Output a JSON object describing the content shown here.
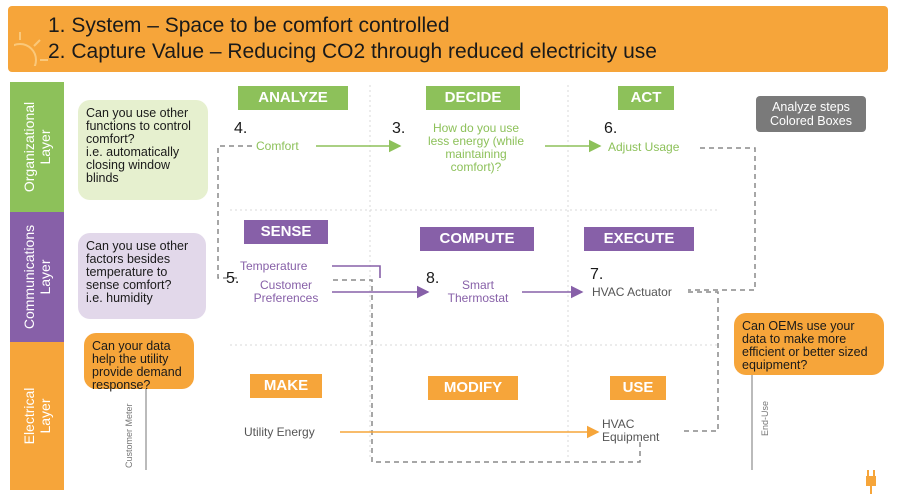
{
  "header": {
    "line1": "1.  System – Space to be comfort controlled",
    "line2": "2.  Capture Value – Reducing CO2 through reduced electricity use"
  },
  "layers": {
    "organizational": "Organizational\nLayer",
    "communications": "Communications\nLayer",
    "electrical": "Electrical\nLayer"
  },
  "questions": {
    "q1": "Can you use other functions to control comfort?\ni.e. automatically closing window blinds",
    "q2": "Can you use other factors besides temperature to sense comfort?\ni.e. humidity",
    "q3": "Can your data help the utility provide demand response?",
    "q4": "Can OEMs use your data to make more efficient or better sized equipment?"
  },
  "legend": "Analyze steps\nColored Boxes",
  "stages": {
    "analyze": "ANALYZE",
    "decide": "DECIDE",
    "act": "ACT",
    "sense": "SENSE",
    "compute": "COMPUTE",
    "execute": "EXECUTE",
    "make": "MAKE",
    "modify": "MODIFY",
    "use": "USE"
  },
  "steps": {
    "n4": "4.",
    "comfort": "Comfort",
    "n3": "3.",
    "decide_text": "How do you use\nless energy (while\nmaintaining\ncomfort)?",
    "n6": "6.",
    "adjust": "Adjust Usage",
    "n5": "5.",
    "temperature": "Temperature",
    "customer_pref": "Customer\nPreferences",
    "n8": "8.",
    "smart": "Smart\nThermostat",
    "n7": "7.",
    "hvac_actuator": "HVAC Actuator",
    "utility_energy": "Utility Energy",
    "hvac_equipment": "HVAC\nEquipment"
  },
  "axis": {
    "customer_meter": "Customer Meter",
    "end_use": "End-Use"
  },
  "colors": {
    "header": "#f6a53a",
    "green": "#8dc15a",
    "purple": "#8760a8",
    "orange": "#f6a53a",
    "gray": "#7a7a7a"
  }
}
